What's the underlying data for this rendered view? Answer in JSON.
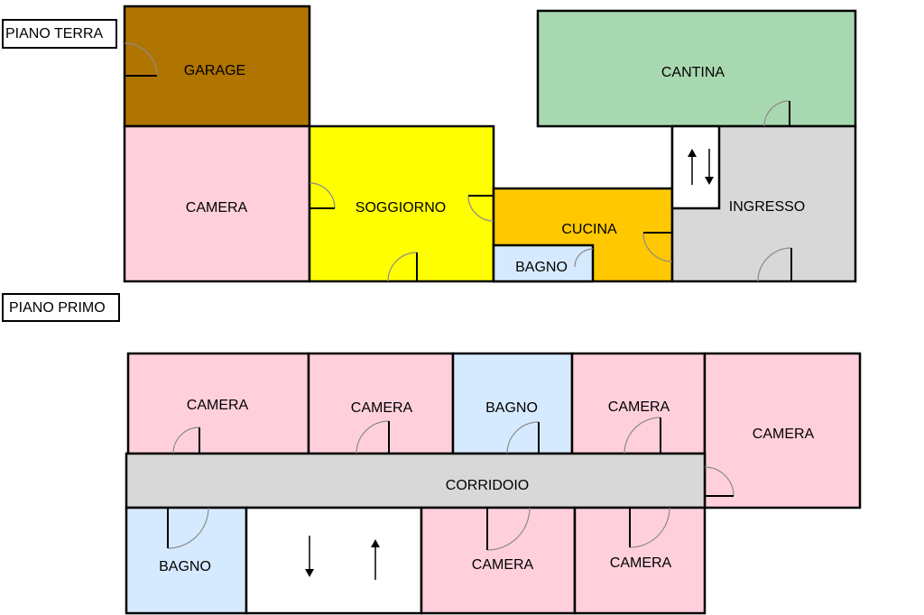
{
  "floors": {
    "ground_label": "PIANO TERRA",
    "first_label": "PIANO PRIMO"
  },
  "ground": {
    "garage": "GARAGE",
    "cantina": "CANTINA",
    "camera": "CAMERA",
    "soggiorno": "SOGGIORNO",
    "cucina": "CUCINA",
    "bagno": "BAGNO",
    "ingresso": "INGRESSO"
  },
  "first": {
    "camera_1": "CAMERA",
    "camera_2": "CAMERA",
    "bagno_top": "BAGNO",
    "camera_3": "CAMERA",
    "camera_4": "CAMERA",
    "corridoio": "CORRIDOIO",
    "bagno_bottom": "BAGNO",
    "camera_5": "CAMERA",
    "camera_6": "CAMERA"
  },
  "colors": {
    "garage": "#b07400",
    "camera": "#ffd0dc",
    "soggiorno": "#ffff00",
    "cucina": "#ffc800",
    "bagno": "#d6eaff",
    "cantina": "#a8d8b0",
    "ingresso": "#d8d8d8",
    "corridoio": "#d8d8d8",
    "stairs": "#ffffff"
  }
}
